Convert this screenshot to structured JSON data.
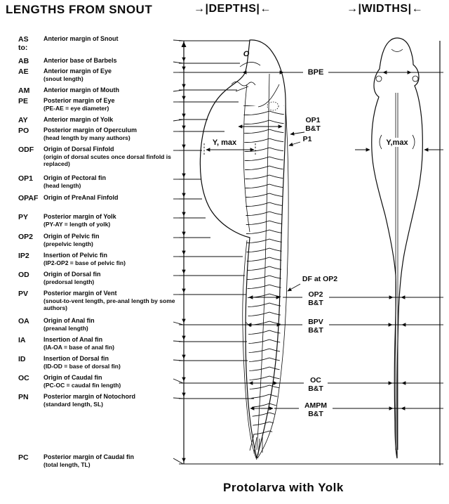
{
  "header": {
    "title": "LENGTHS FROM SNOUT",
    "depths": "DEPTHS",
    "widths": "WIDTHS",
    "pre": "→|",
    "post": "|←"
  },
  "definitions": [
    {
      "abbr": "AS",
      "abbr2": "to:",
      "name": "Anterior margin of Snout",
      "note": ""
    },
    {
      "abbr": "AB",
      "name": "Anterior base of Barbels",
      "note": ""
    },
    {
      "abbr": "AE",
      "name": "Anterior margin of Eye",
      "note": "(snout length)"
    },
    {
      "abbr": "AM",
      "name": "Anterior margin of Mouth",
      "note": ""
    },
    {
      "abbr": "PE",
      "name": "Posterior margin of Eye",
      "note": "(PE-AE = eye diameter)"
    },
    {
      "abbr": "AY",
      "name": "Anterior margin of Yolk",
      "note": ""
    },
    {
      "abbr": "PO",
      "name": "Posterior margin of Operculum",
      "note": "(head length by many authors)"
    },
    {
      "abbr": "ODF",
      "name": "Origin of Dorsal Finfold",
      "note": "(origin of dorsal scutes once dorsal finfold is replaced)"
    },
    {
      "abbr": "OP1",
      "name": "Origin of Pectoral fin",
      "note": "(head length)"
    },
    {
      "abbr": "OPAF",
      "name": "Origin of PreAnal Finfold",
      "note": ""
    },
    {
      "abbr": "PY",
      "name": "Posterior margin of Yolk",
      "note": "(PY-AY = length of yolk)"
    },
    {
      "abbr": "OP2",
      "name": "Origin of Pelvic fin",
      "note": "(prepelvic length)"
    },
    {
      "abbr": "IP2",
      "name": "Insertion of Pelvic fin",
      "note": "(IP2-OP2 = base of pelvic fin)"
    },
    {
      "abbr": "OD",
      "name": "Origin of Dorsal fin",
      "note": "(predorsal length)"
    },
    {
      "abbr": "PV",
      "name": "Posterior margin of Vent",
      "note": "(snout-to-vent length, pre-anal length by some authors)"
    },
    {
      "abbr": "OA",
      "name": "Origin of Anal fin",
      "note": "(preanal length)"
    },
    {
      "abbr": "IA",
      "name": "Insertion of Anal fin",
      "note": "(IA-OA = base of anal fin)"
    },
    {
      "abbr": "ID",
      "name": "Insertion of Dorsal fin",
      "note": "(ID-OD = base of dorsal fin)"
    },
    {
      "abbr": "OC",
      "name": "Origin of Caudal fin",
      "note": "(PC-OC = caudal fin length)"
    },
    {
      "abbr": "PN",
      "name": "Posterior margin of Notochord",
      "note": "(standard length, SL)"
    },
    {
      "abbr": "PC",
      "name": "Posterior margin of Caudal fin",
      "note": "(total length, TL)"
    }
  ],
  "annotations": {
    "o": "O",
    "bpe": "BPE",
    "op1": "OP1",
    "p1": "P1",
    "bt": "B&T",
    "y_max_lateral": "Y, max",
    "y_max_dorsal": "Y,max",
    "df_at_op2": "DF at OP2",
    "op2": "OP2",
    "bpv": "BPV",
    "oc": "OC",
    "ampm": "AMPM"
  },
  "caption": "Protolarva with Yolk"
}
